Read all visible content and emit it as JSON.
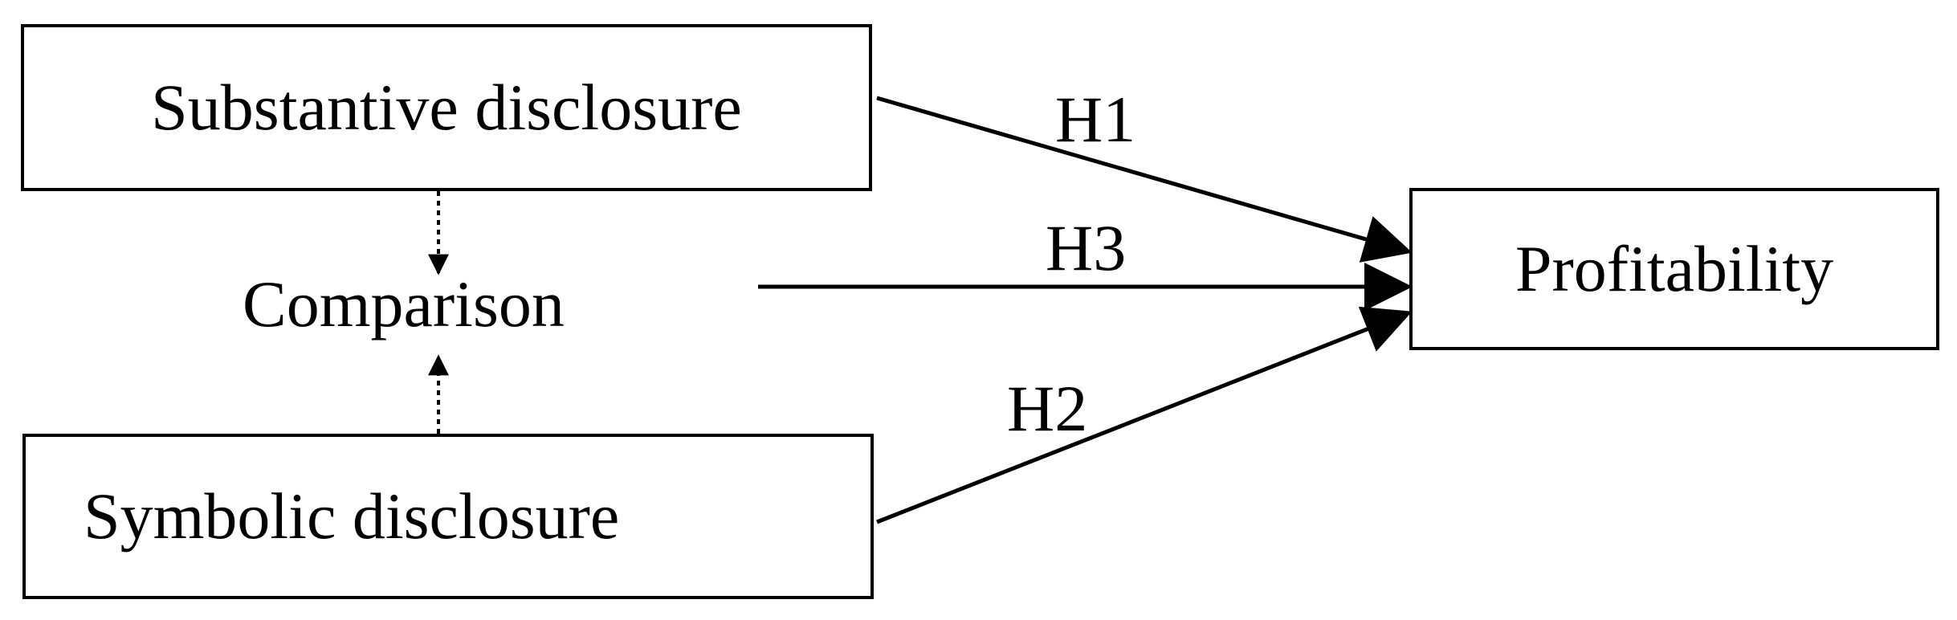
{
  "nodes": {
    "substantive": "Substantive disclosure",
    "symbolic": "Symbolic disclosure",
    "comparison": "Comparison",
    "profitability": "Profitability"
  },
  "edges": {
    "h1": "H1",
    "h2": "H2",
    "h3": "H3"
  }
}
